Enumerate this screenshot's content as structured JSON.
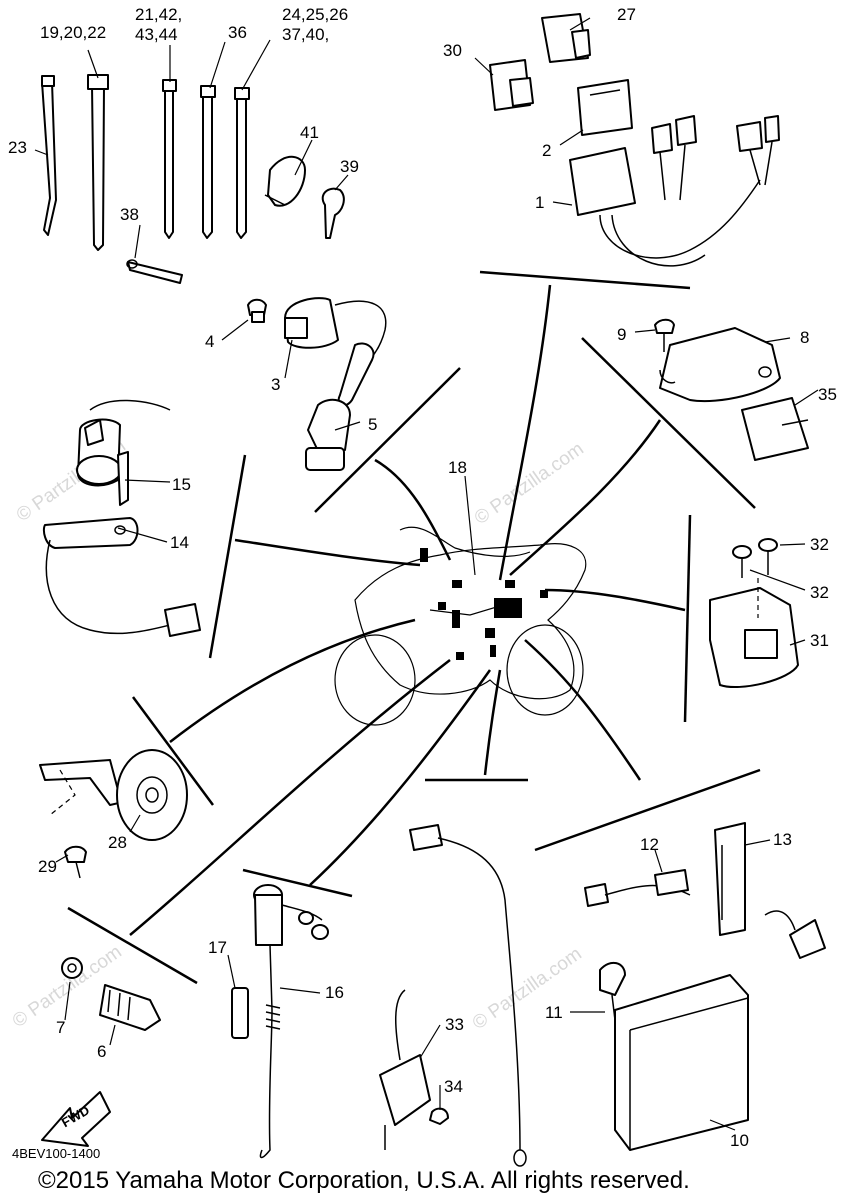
{
  "diagram": {
    "labels": {
      "p1": "1",
      "p2": "2",
      "p3": "3",
      "p4": "4",
      "p5": "5",
      "p6": "6",
      "p7": "7",
      "p8": "8",
      "p9": "9",
      "p10": "10",
      "p11": "11",
      "p12": "12",
      "p13": "13",
      "p14": "14",
      "p15": "15",
      "p16": "16",
      "p17": "17",
      "p18": "18",
      "p23": "23",
      "p27": "27",
      "p28": "28",
      "p29": "29",
      "p30": "30",
      "p31": "31",
      "p32a": "32",
      "p32b": "32",
      "p33": "33",
      "p34": "34",
      "p35": "35",
      "p36": "36",
      "p38": "38",
      "p39": "39",
      "p41": "41",
      "g19": "19,20,22",
      "g21a": "21,42,",
      "g21b": "43,44",
      "g24a": "24,25,26",
      "g24b": "37,40,"
    },
    "fwd": "FWD",
    "diagram_code": "4BEV100-1400",
    "copyright": "©2015 Yamaha Motor Corporation, U.S.A. All rights reserved.",
    "watermark": "© Partzilla.com"
  }
}
